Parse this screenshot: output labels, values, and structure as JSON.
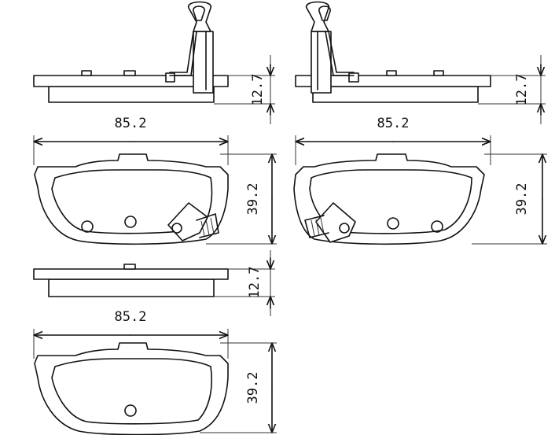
{
  "drawing": {
    "colors": {
      "line": "#111111",
      "background": "#ffffff"
    },
    "dimensions": {
      "top_left_width": "85.2",
      "top_left_thickness": "12.7",
      "top_left_height": "39.2",
      "top_right_width": "85.2",
      "top_right_thickness": "12.7",
      "top_right_height": "39.2",
      "bottom_width": "85.2",
      "bottom_thickness": "12.7",
      "bottom_height": "39.2"
    }
  }
}
